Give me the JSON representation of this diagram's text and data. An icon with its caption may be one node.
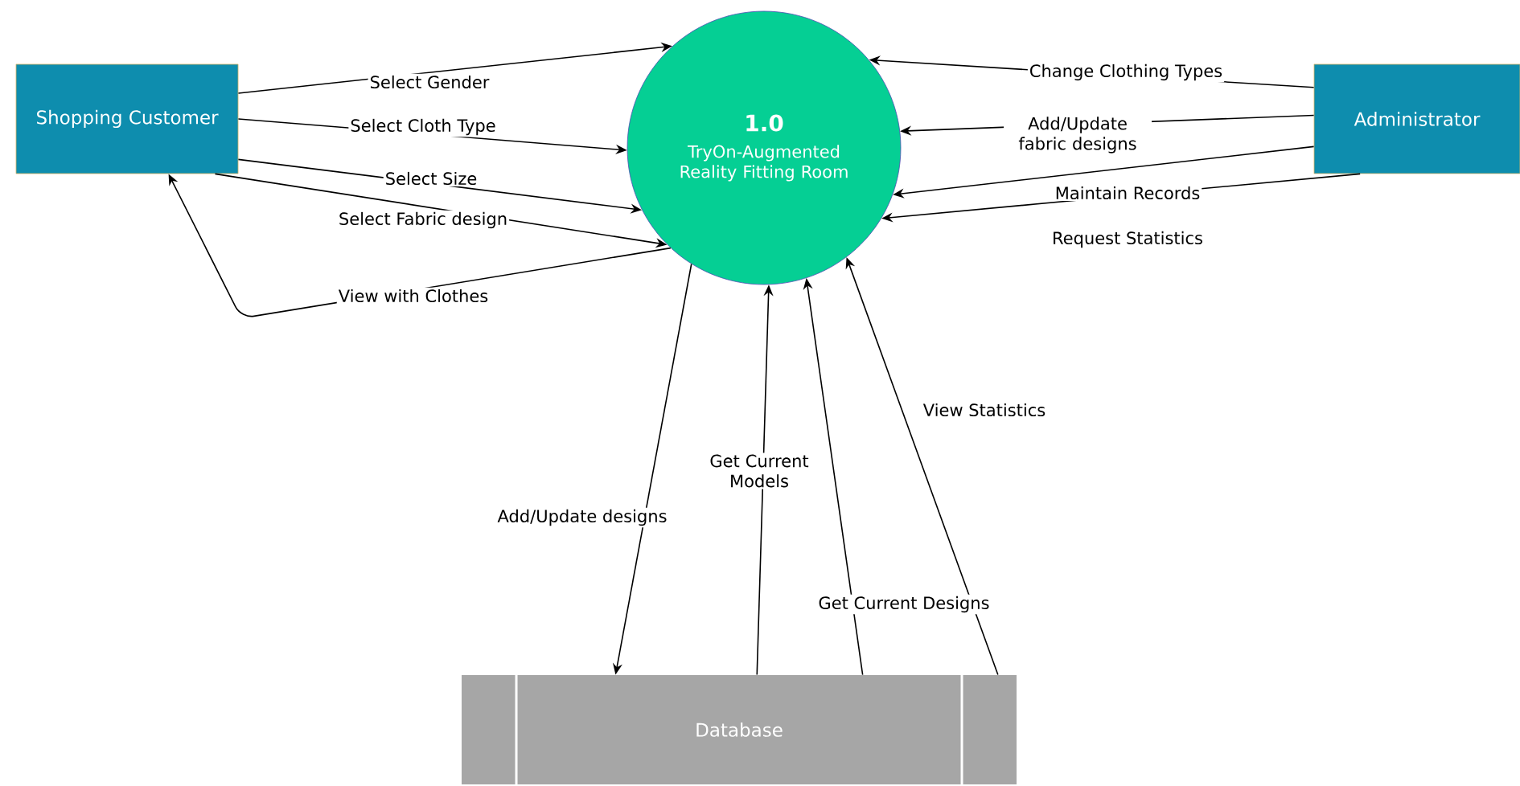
{
  "diagram": {
    "nodes": [
      {
        "text": [
          "Shopping Customer"
        ]
      },
      {
        "text": [
          "1.0",
          "TryOn-Augmented Reality Fitting Room"
        ]
      },
      {
        "text": [
          "Administrator"
        ]
      },
      {
        "text": [
          "Database"
        ]
      }
    ],
    "edges": [
      {
        "from": 0,
        "to": 1,
        "arrow": "to",
        "label": "Select Gender"
      },
      {
        "from": 0,
        "to": 1,
        "arrow": "to",
        "label": "Select Cloth Type"
      },
      {
        "from": 0,
        "to": 1,
        "arrow": "to",
        "label": "Select Size"
      },
      {
        "from": 0,
        "to": 1,
        "arrow": "to",
        "label": "Select Fabric design"
      },
      {
        "from": 1,
        "to": 0,
        "arrow": "to",
        "label": "View with Clothes"
      },
      {
        "from": 2,
        "to": 1,
        "arrow": "to",
        "label": "Change Clothing Types"
      },
      {
        "from": 2,
        "to": 1,
        "arrow": "to",
        "label": "Add/Update fabric designs"
      },
      {
        "from": 2,
        "to": 1,
        "arrow": "to",
        "label": "Maintain Records"
      },
      {
        "from": 2,
        "to": 1,
        "arrow": "to",
        "label": "Request Statistics"
      },
      {
        "from": 1,
        "to": 3,
        "arrow": "to",
        "label": "Add/Update designs"
      },
      {
        "from": 3,
        "to": 1,
        "arrow": "to",
        "label": "Get Current Models"
      },
      {
        "from": 3,
        "to": 1,
        "arrow": "to",
        "label": "Get Current Designs"
      },
      {
        "from": 3,
        "to": 1,
        "arrow": "to",
        "label": "View Statistics"
      }
    ]
  }
}
